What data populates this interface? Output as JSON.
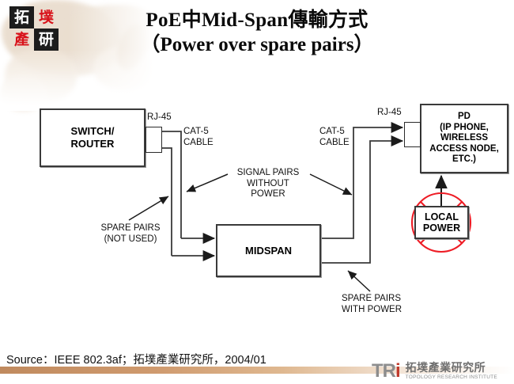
{
  "header": {
    "logo_chars": [
      "拓",
      "墣",
      "產",
      "研"
    ],
    "title_line1": "PoE中Mid-Span傳輸方式",
    "title_line2": "（Power over spare pairs）"
  },
  "diagram": {
    "boxes": {
      "switch": "SWITCH/\nROUTER",
      "pd": "PD\n(IP PHONE,\nWIRELESS\nACCESS NODE,\nETC.)",
      "midspan": "MIDSPAN",
      "local_power": "LOCAL\nPOWER"
    },
    "labels": {
      "rj45_left": "RJ-45",
      "rj45_right": "RJ-45",
      "cat5_left": "CAT-5\nCABLE",
      "cat5_right": "CAT-5\nCABLE",
      "signal_pairs": "SIGNAL PAIRS\nWITHOUT\nPOWER",
      "spare_pairs_not_used": "SPARE PAIRS\n(NOT USED)",
      "spare_pairs_with_power": "SPARE PAIRS\nWITH POWER"
    },
    "colors": {
      "line": "#3a3a3a",
      "box_border": "#3a3a3a",
      "cross_out": "#ee1c25"
    }
  },
  "footer": {
    "source": "Source：IEEE 802.3af；拓墣產業研究所，2004/01",
    "logo_tri": "TRi",
    "logo_zh": "拓墣產業研究所",
    "logo_en": "TOPOLOGY RESEARCH INSTITUTE"
  }
}
